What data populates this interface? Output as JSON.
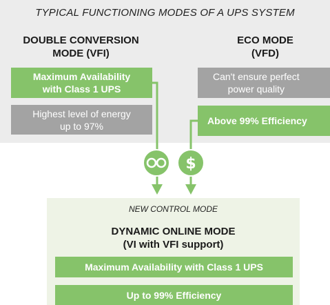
{
  "title": "TYPICAL FUNCTIONING MODES OF A UPS SYSTEM",
  "left_mode": {
    "title_line1": "DOUBLE CONVERSION",
    "title_line2": "MODE (VFI)",
    "box1_line1": "Maximum Availability",
    "box1_line2": "with Class 1 UPS",
    "box2_line1": "Highest level of energy",
    "box2_line2": "up to 97%"
  },
  "right_mode": {
    "title_line1": "ECO MODE",
    "title_line2": "(VFD)",
    "box1_line1": "Can't ensure perfect",
    "box1_line2": "power quality",
    "box2": "Above 99% Efficiency"
  },
  "icons": {
    "left": "infinity-loop-icon",
    "right": "dollar-sign-icon"
  },
  "new_mode": {
    "subtitle": "NEW CONTROL MODE",
    "title_line1": "DYNAMIC ONLINE MODE",
    "title_line2": "(VI with VFI support)",
    "box1": "Maximum Availability with Class 1 UPS",
    "box2": "Up to 99% Efficiency"
  },
  "colors": {
    "green": "#86c36a",
    "grey": "#a3a3a3",
    "top_panel": "#ececec",
    "bottom_panel": "#eef3e6"
  }
}
